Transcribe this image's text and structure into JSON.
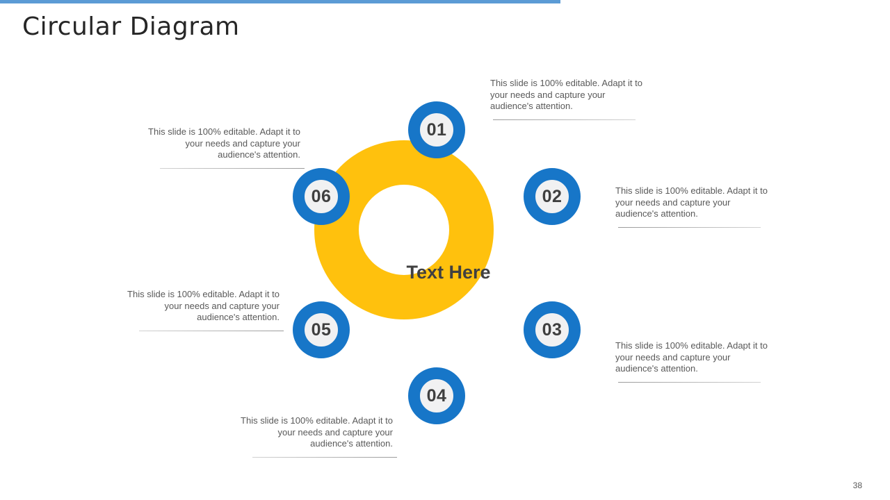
{
  "slide": {
    "title": "Circular Diagram",
    "page_number": "38"
  },
  "colors": {
    "accent_bar": "#5B9BD5",
    "ring_yellow": "#FFC10D",
    "node_blue": "#1776C8",
    "node_inner": "#F1F1F2",
    "text_dark": "#404040",
    "text_gray": "#595959"
  },
  "diagram": {
    "center_label": "Text Here",
    "items": [
      {
        "number": "01",
        "description": "This slide is 100% editable. Adapt it to\nyour needs and capture your\naudience's attention."
      },
      {
        "number": "02",
        "description": "This slide is 100% editable. Adapt it to\nyour needs and capture your\naudience's attention."
      },
      {
        "number": "03",
        "description": "This slide is 100% editable. Adapt it to\nyour needs and capture your\naudience's attention."
      },
      {
        "number": "04",
        "description": "This slide is 100% editable. Adapt it to\nyour needs and capture your\naudience's attention."
      },
      {
        "number": "05",
        "description": "This slide is 100% editable. Adapt it to\nyour needs and capture your\naudience's attention."
      },
      {
        "number": "06",
        "description": "This slide is 100% editable. Adapt it to\nyour needs and capture your\naudience's attention."
      }
    ]
  }
}
